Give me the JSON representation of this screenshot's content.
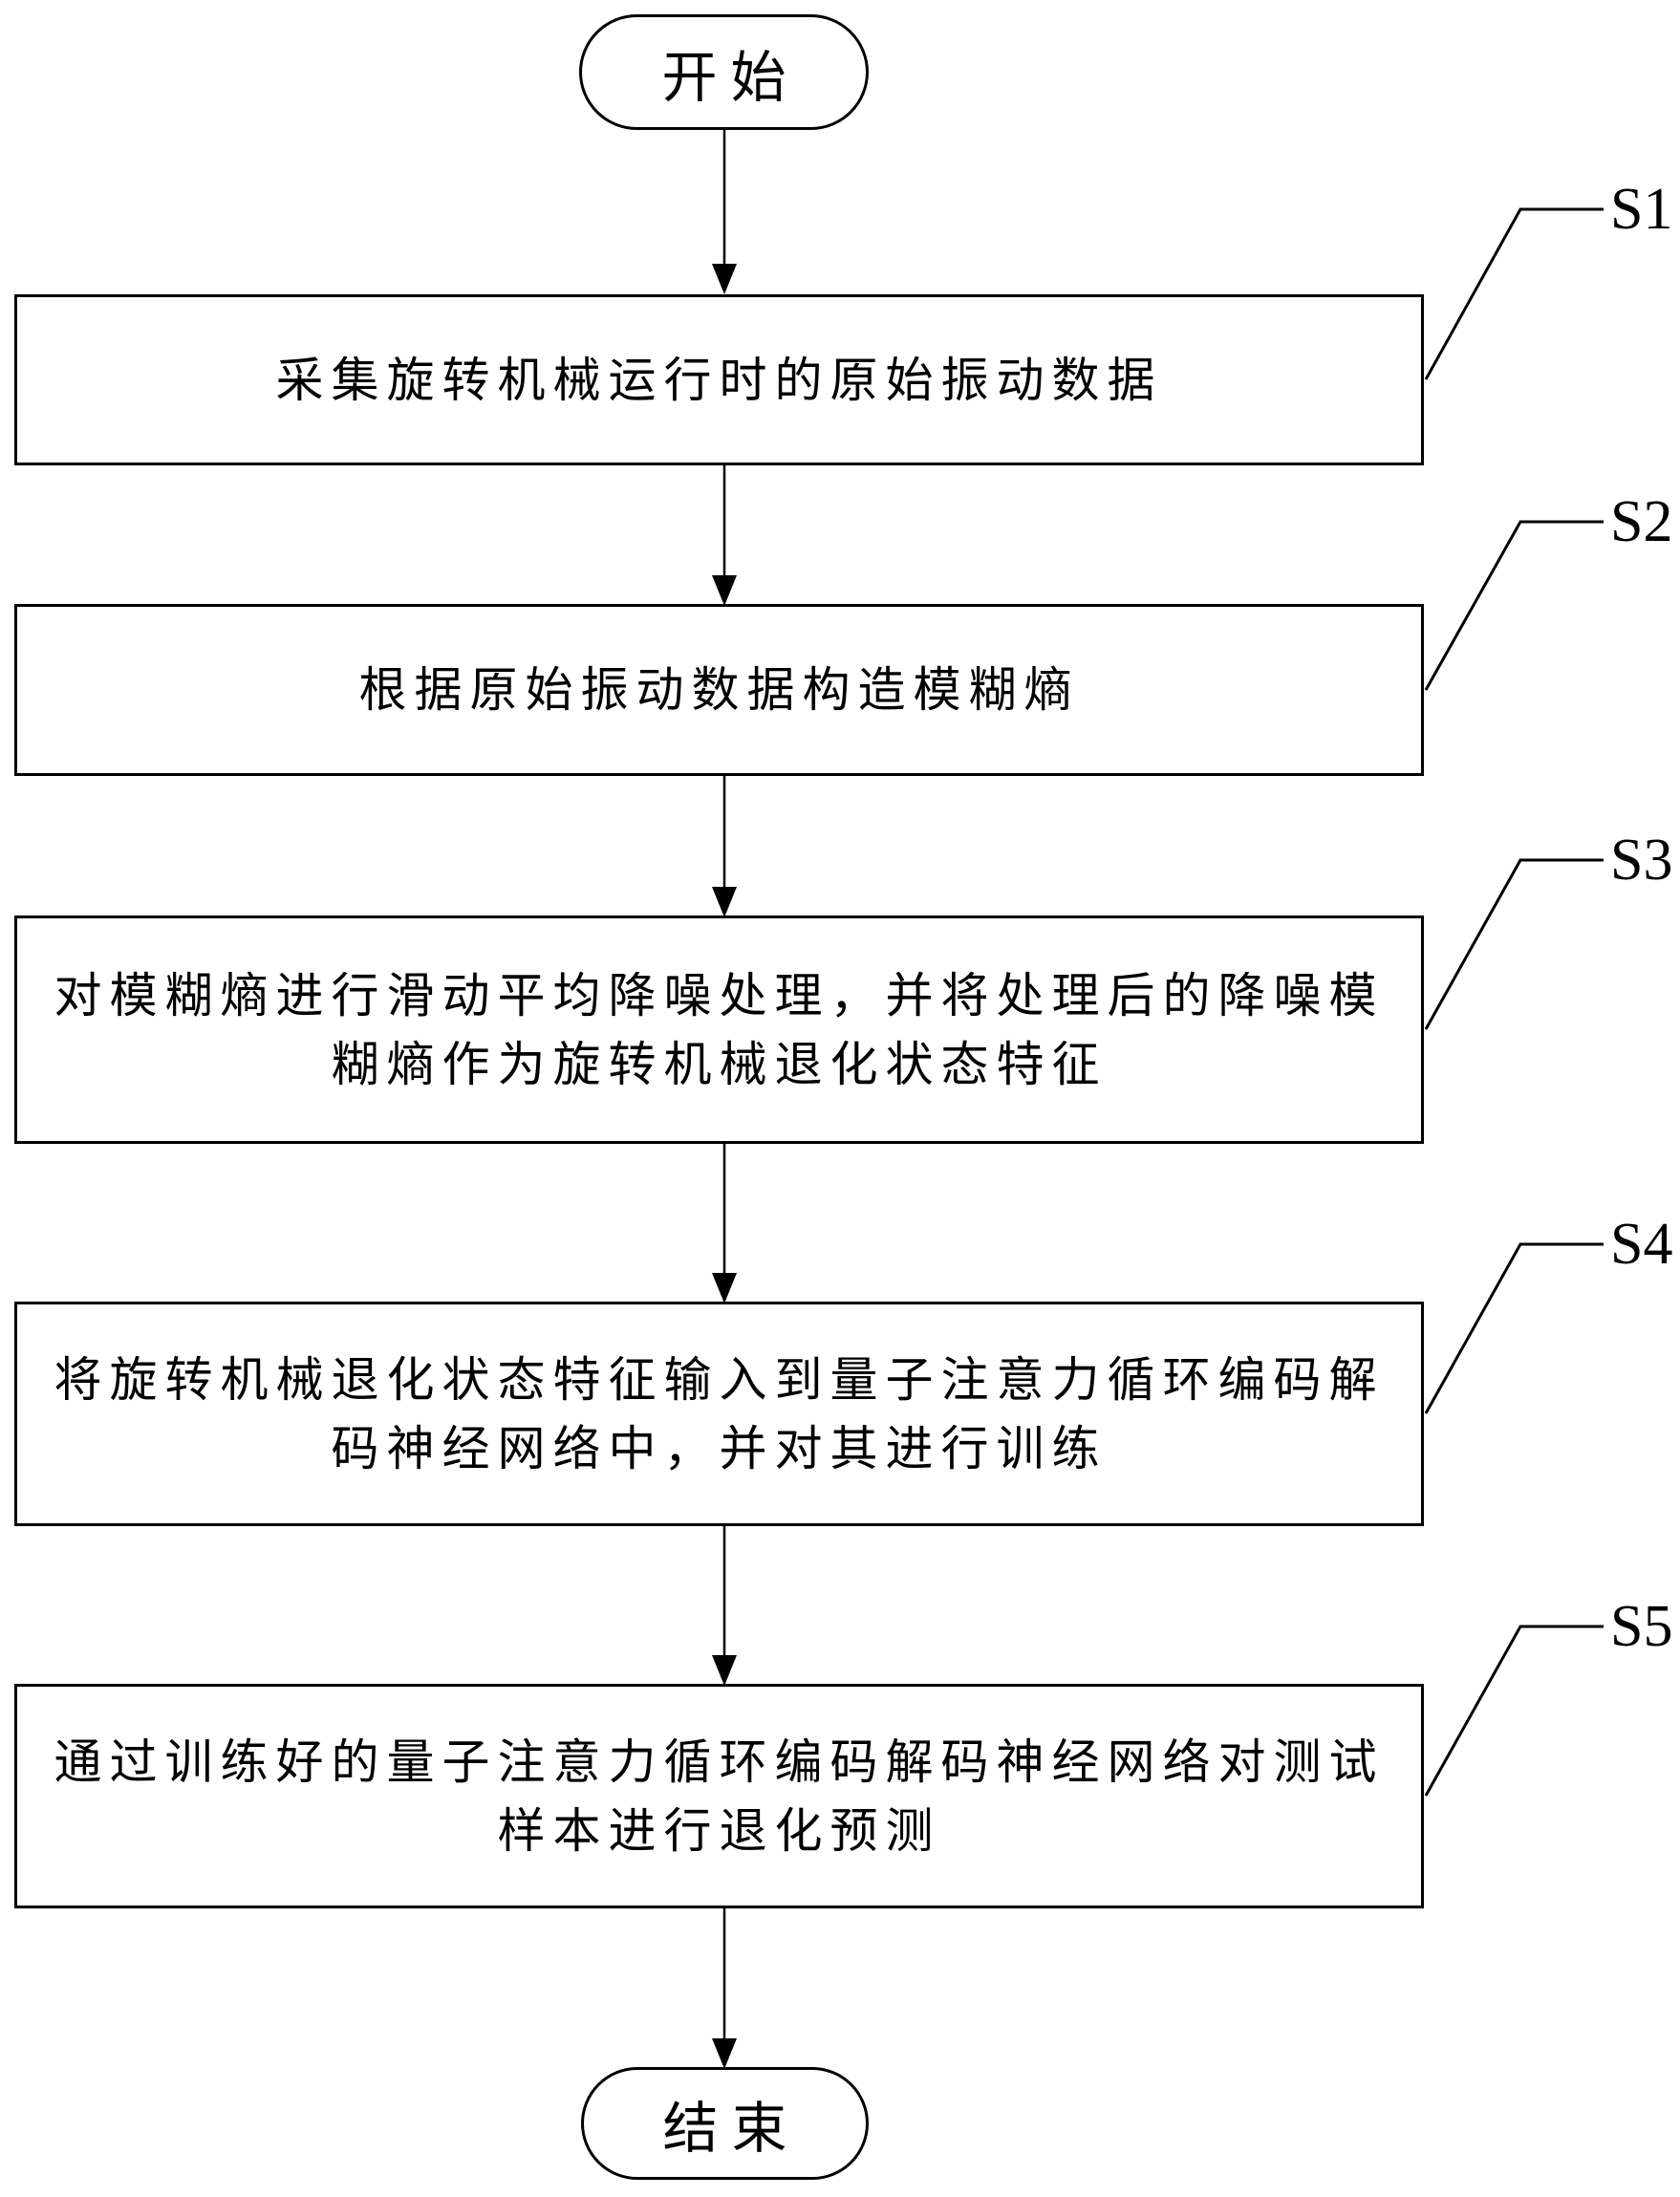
{
  "figure": {
    "type": "flowchart",
    "colors": {
      "line": "#000000",
      "background": "#ffffff",
      "text": "#000000"
    },
    "start": {
      "label": "开始"
    },
    "end": {
      "label": "结束"
    },
    "steps": [
      {
        "id": "S1",
        "text": "采集旋转机械运行时的原始振动数据",
        "lines": [
          "采集旋转机械运行时的原始振动数据"
        ]
      },
      {
        "id": "S2",
        "text": "根据原始振动数据构造模糊熵",
        "lines": [
          "根据原始振动数据构造模糊熵"
        ]
      },
      {
        "id": "S3",
        "text": "对模糊熵进行滑动平均降噪处理，并将处理后的降噪模糊熵作为旋转机械退化状态特征",
        "lines": [
          "对模糊熵进行滑动平均降噪处理，并将处理后的降噪模",
          "糊熵作为旋转机械退化状态特征"
        ]
      },
      {
        "id": "S4",
        "text": "将旋转机械退化状态特征输入到量子注意力循环编码解码神经网络中，并对其进行训练",
        "lines": [
          "将旋转机械退化状态特征输入到量子注意力循环编码解",
          "码神经网络中，并对其进行训练"
        ]
      },
      {
        "id": "S5",
        "text": "通过训练好的量子注意力循环编码解码神经网络对测试样本进行退化预测",
        "lines": [
          "通过训练好的量子注意力循环编码解码神经网络对测试",
          "样本进行退化预测"
        ]
      }
    ]
  }
}
